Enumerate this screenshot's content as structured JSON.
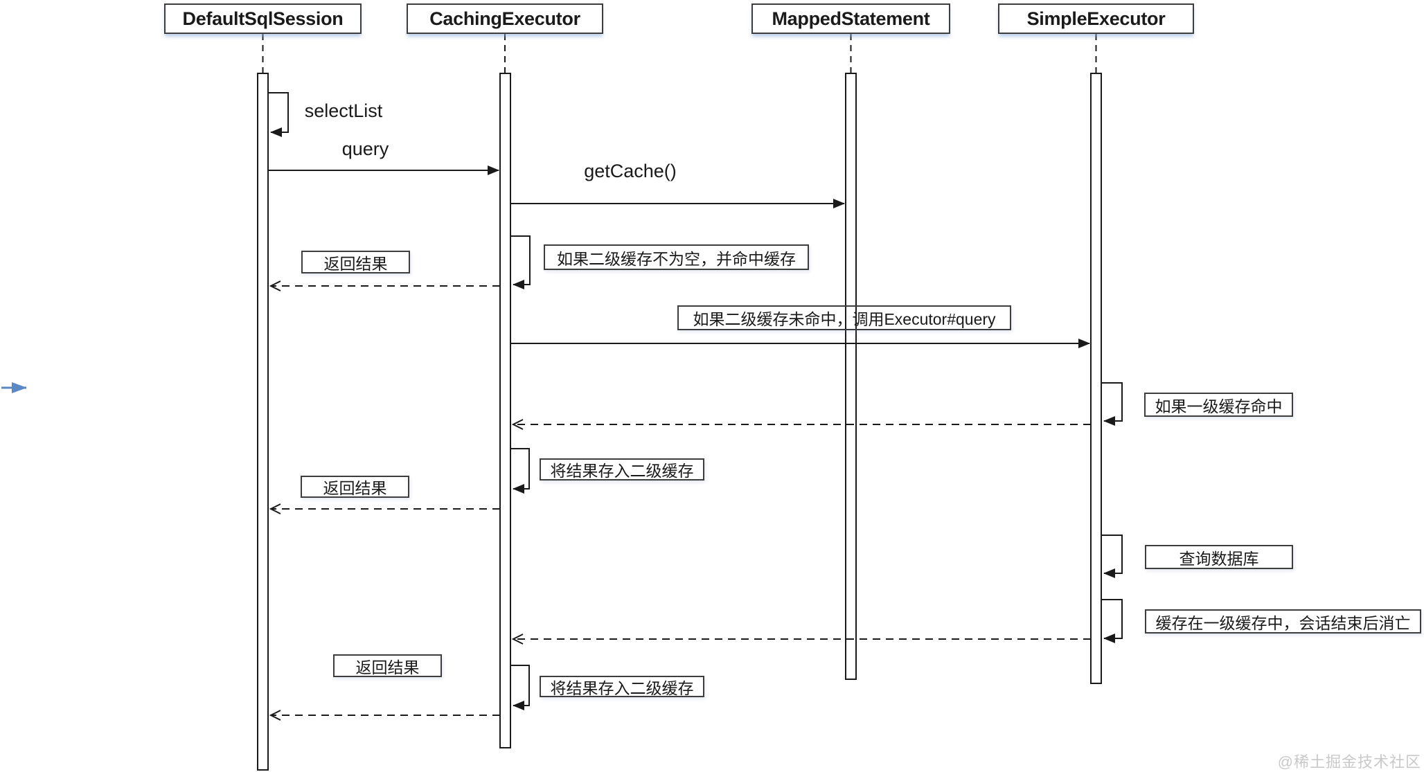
{
  "participants": [
    {
      "name": "DefaultSqlSession"
    },
    {
      "name": "CachingExecutor"
    },
    {
      "name": "MappedStatement"
    },
    {
      "name": "SimpleExecutor"
    }
  ],
  "messages": {
    "select_list": "selectList",
    "query": "query",
    "get_cache": "getCache()"
  },
  "notes": {
    "return_a": "返回结果",
    "l2_hit": "如果二级缓存不为空，并命中缓存",
    "l2_miss_call": "如果二级缓存未命中，调用Executor#query",
    "l1_hit": "如果一级缓存命中",
    "store_l2_a": "将结果存入二级缓存",
    "return_b": "返回结果",
    "query_db": "查询数据库",
    "l1_lifetime": "缓存在一级缓存中，会话结束后消亡",
    "return_c": "返回结果",
    "store_l2_b": "将结果存入二级缓存"
  },
  "watermark": {
    "text": "@稀土掘金技术社区"
  },
  "colors": {
    "line": "#1a1a1a",
    "annotation_arrow": "#5b87c5",
    "watermark": "#c9c9c9",
    "header_shadow": "#88acdb"
  }
}
